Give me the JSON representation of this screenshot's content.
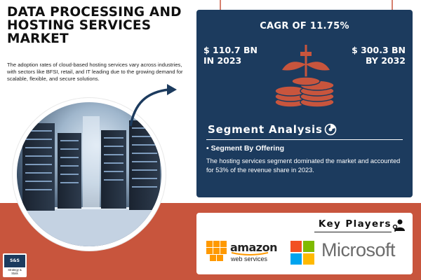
{
  "header": {
    "title": "DATA PROCESSING AND HOSTING SERVICES MARKET",
    "description": "The adoption rates of cloud-based hosting services vary across industries, with sectors like BFSI, retail, and IT leading due to the growing demand for scalable, flexible, and secure solutions."
  },
  "stats": {
    "cagr": "CAGR OF 11.75%",
    "left_value": "$ 110.7 BN",
    "left_year": "IN 2023",
    "right_value": "$ 300.3 BN",
    "right_year": "BY 2032"
  },
  "segment": {
    "title": "Segment Analysis",
    "subtitle": "• Segment By Offering",
    "text": "The hosting services segment dominated the market and accounted for 53% of the revenue share in 2023."
  },
  "key_players": {
    "title": "Key Players",
    "amazon_word": "amazon",
    "amazon_sub": "web services",
    "microsoft_word": "Microsoft"
  },
  "brand": {
    "mark": "S&S",
    "tagline": "Strategy & Stats"
  },
  "colors": {
    "navy": "#1c3b5e",
    "accent": "#c8553d",
    "ms_red": "#f25022",
    "ms_green": "#7fba00",
    "ms_blue": "#00a4ef",
    "ms_yellow": "#ffb900",
    "aws_orange": "#ff9900"
  },
  "icons": [
    "arrow-icon",
    "coins-plant-icon",
    "gear-chart-icon",
    "person-key-icon",
    "microsoft-logo-icon",
    "aws-logo-icon"
  ]
}
